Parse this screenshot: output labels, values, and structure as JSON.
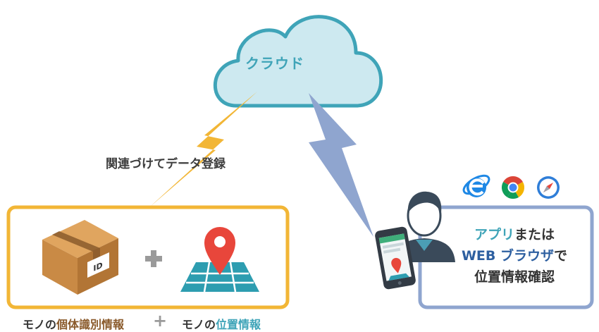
{
  "cloud": {
    "label": "クラウド"
  },
  "link": {
    "label": "関連づけてデータ登録"
  },
  "right_box": {
    "line1": {
      "part1": "アプリ",
      "part2": "または"
    },
    "line2": {
      "part1": "WEB ブラウザ",
      "part2": "で"
    },
    "line3": "位置情報確認"
  },
  "bottom": {
    "left": {
      "part1": "モノの",
      "part2": "個体識別情報"
    },
    "plus": "+",
    "right": {
      "part1": "モノの",
      "part2": "位置情報"
    }
  },
  "box_label": "ID",
  "colors": {
    "cloud_fill": "#cde9f0",
    "cloud_stroke": "#3fa4b8",
    "left_border": "#f2b636",
    "right_border": "#8fa5cf",
    "bolt_yellow": "#f2b636",
    "bolt_blue": "#8fa5cf",
    "pin_red": "#e8463b",
    "map_teal": "#2d9db0"
  },
  "icons": [
    "cloud-icon",
    "package-box-icon",
    "map-pin-icon",
    "ie-browser-icon",
    "chrome-browser-icon",
    "safari-browser-icon",
    "user-avatar-icon",
    "smartphone-icon"
  ]
}
